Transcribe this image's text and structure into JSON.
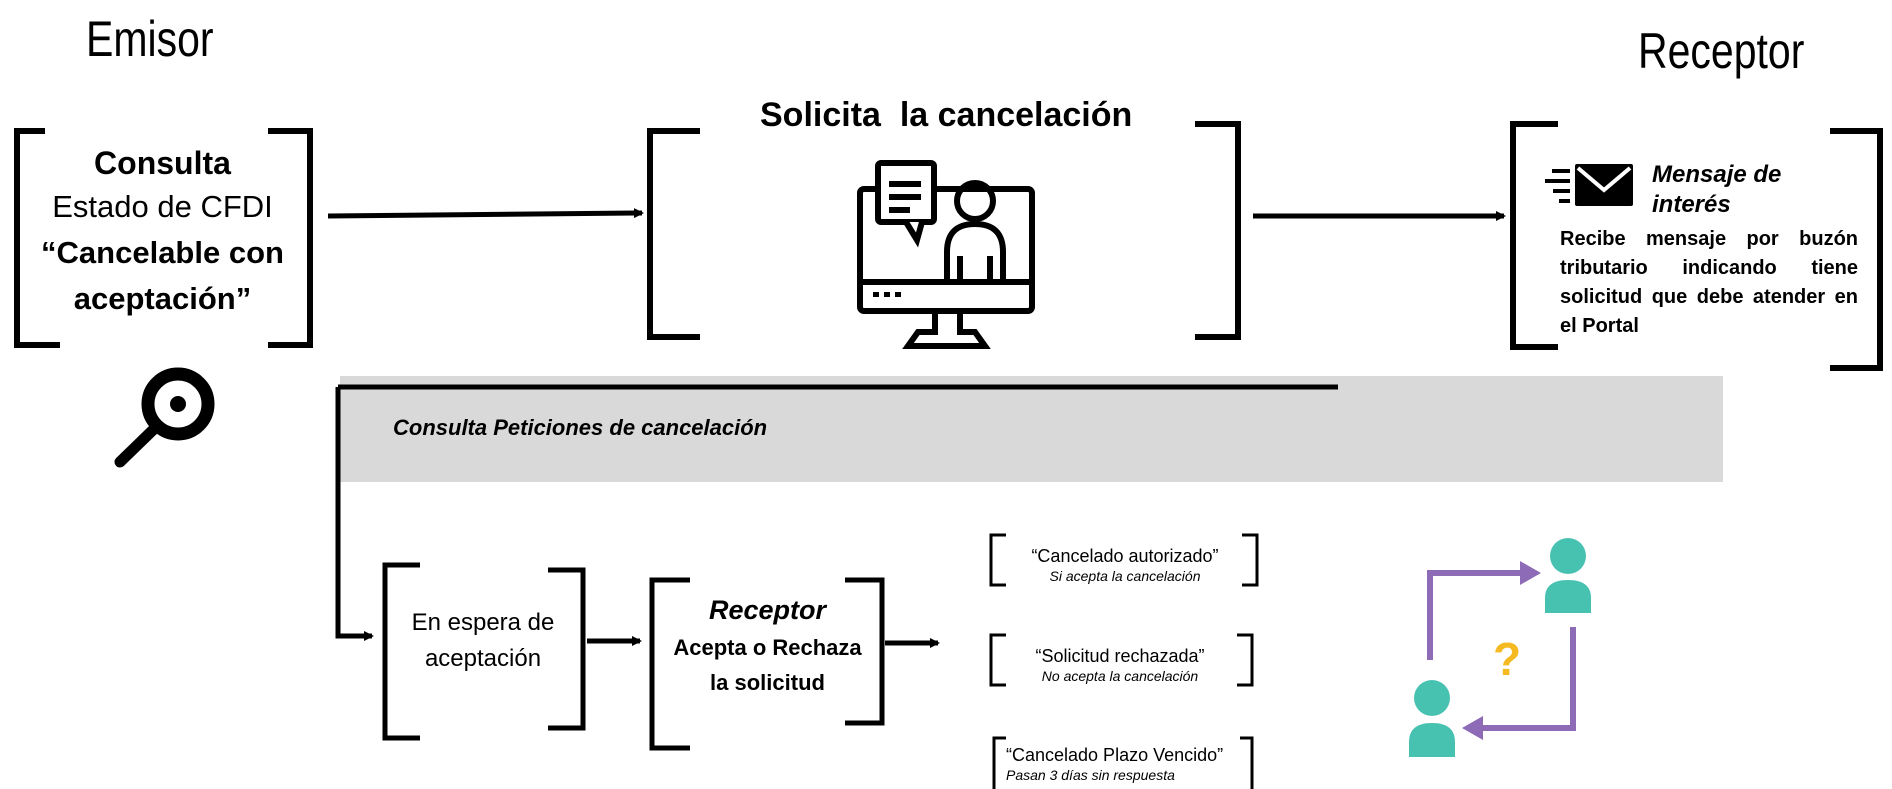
{
  "headings": {
    "emisor": "Emisor",
    "receptor": "Receptor"
  },
  "consulta_box": {
    "line1": "Consulta",
    "line2": "Estado de CFDI",
    "line3": "“Cancelable con",
    "line4": "aceptación”"
  },
  "solicita_box": {
    "title": "Solicita  la cancelación"
  },
  "mensaje_box": {
    "title_line1": "Mensaje de",
    "title_line2": "interés",
    "body": "Recibe mensaje  por buzón tributario indicando tiene solicitud que debe atender en el Portal"
  },
  "band": {
    "label": "Consulta Peticiones de cancelación"
  },
  "espera_box": {
    "line1": "En espera de",
    "line2": "aceptación"
  },
  "receptor_box": {
    "title": "Receptor",
    "line1": "Acepta o Rechaza",
    "line2": "la solicitud"
  },
  "outcomes": [
    {
      "status": "“Cancelado autorizado”",
      "note": "Si acepta la cancelación"
    },
    {
      "status": "“Solicitud rechazada”",
      "note": "No acepta la cancelación"
    },
    {
      "status": "“Cancelado Plazo Vencido”",
      "note": "Pasan 3 días sin respuesta"
    }
  ],
  "colors": {
    "band_gray": "#d9d9d9",
    "exchange_arrow_purple": "#8e6bb6",
    "person_teal": "#48c2b0",
    "question_yellow": "#f5b922"
  },
  "icons": {
    "computer": "person-at-computer-icon",
    "mail": "fast-mail-icon",
    "search": "magnifier-icon",
    "exchange": "people-exchange-question-icon"
  }
}
